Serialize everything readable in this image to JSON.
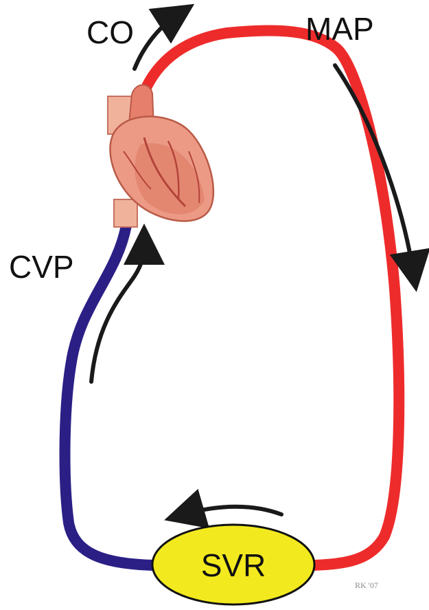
{
  "labels": {
    "co": "CO",
    "map": "MAP",
    "cvp": "CVP",
    "svr": "SVR",
    "credit": "RK '07"
  },
  "colors": {
    "artery": "#ee2b2b",
    "vein": "#2b1f86",
    "resistance": "#f2ea1e",
    "heart": "#e58d7b",
    "arrow": "#1a1a1a"
  }
}
